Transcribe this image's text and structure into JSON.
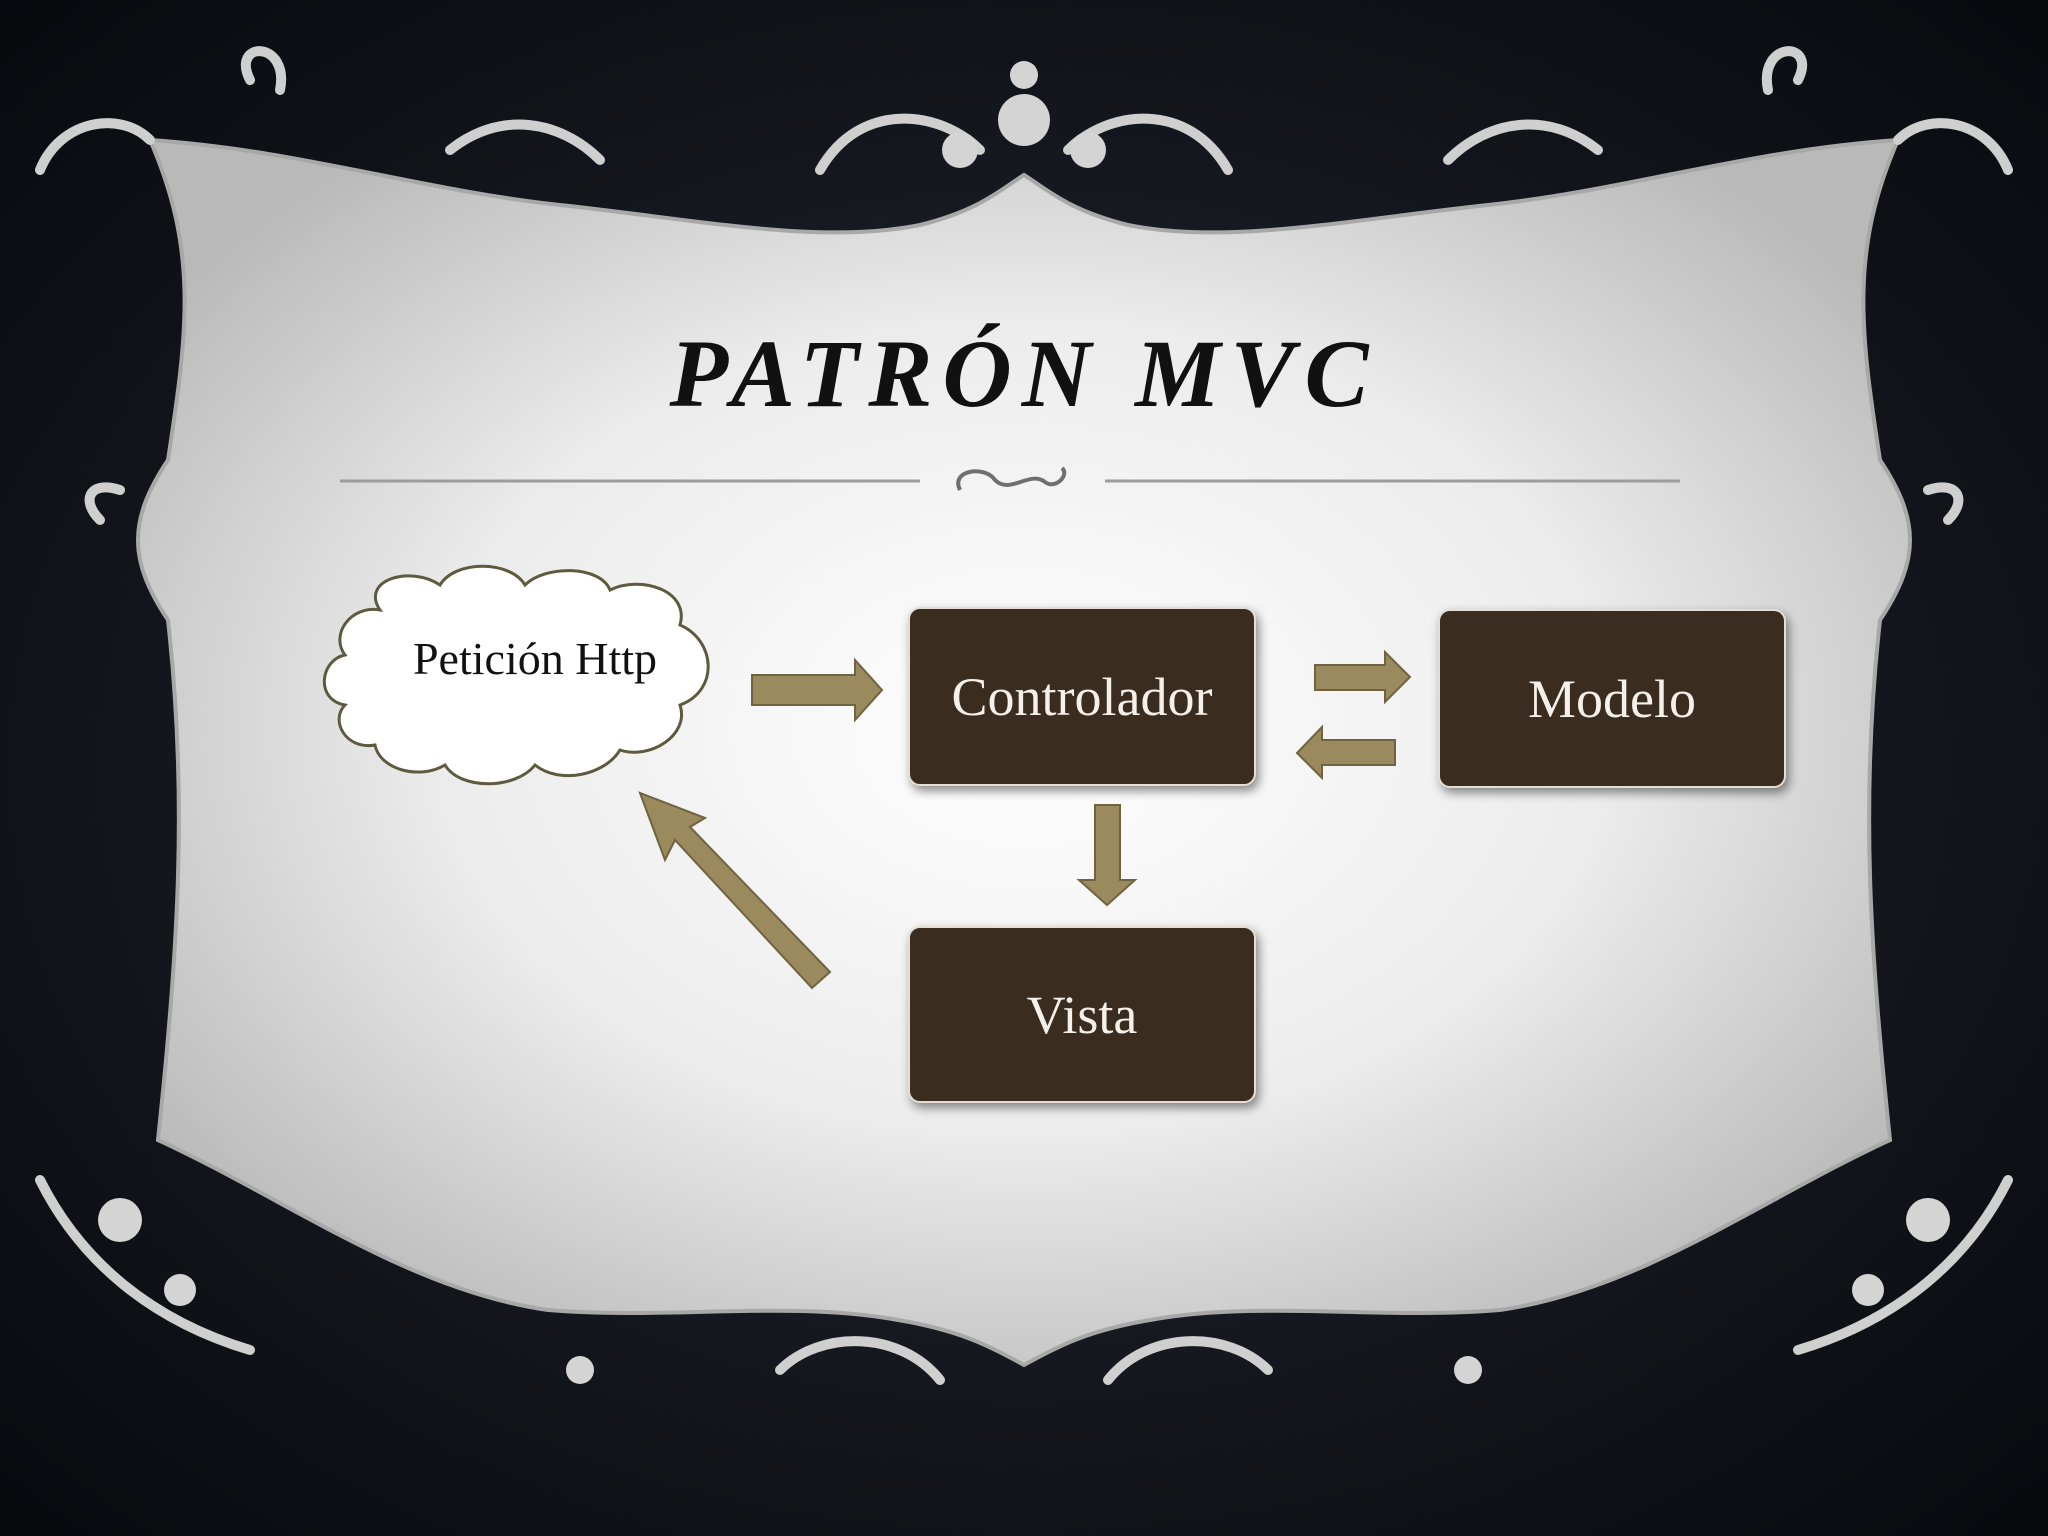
{
  "slide": {
    "title": "PATRÓN MVC"
  },
  "diagram": {
    "nodes": {
      "request": "Petición Http",
      "controller": "Controlador",
      "model": "Modelo",
      "view": "Vista"
    },
    "edges": [
      {
        "from": "request",
        "to": "controller"
      },
      {
        "from": "controller",
        "to": "model"
      },
      {
        "from": "model",
        "to": "controller"
      },
      {
        "from": "controller",
        "to": "view"
      },
      {
        "from": "view",
        "to": "request"
      }
    ]
  },
  "colors": {
    "node_fill": "#3b2c20",
    "arrow_fill": "#9a8a5e",
    "panel": "#e6e6e6",
    "background": "#14161d"
  }
}
